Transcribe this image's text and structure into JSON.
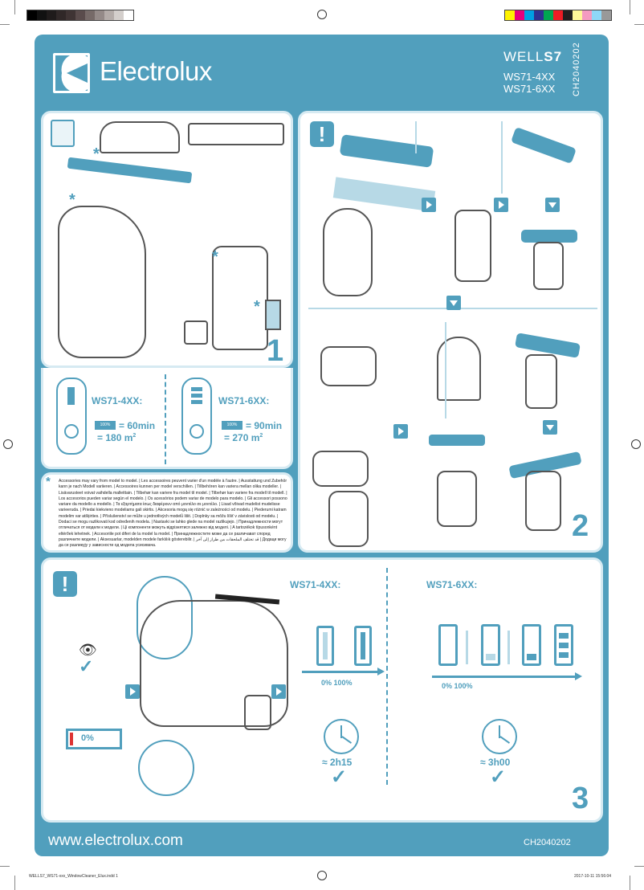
{
  "header": {
    "brand_logo_text": "Electrolux",
    "product_line_prefix": "WELL",
    "product_line_suffix": "S7",
    "models": [
      "WS71-4XX",
      "WS71-6XX"
    ],
    "document_code_vertical": "CH2040202"
  },
  "step1": {
    "number": "1",
    "asterisk_marks": [
      "*",
      "*",
      "*",
      "*"
    ],
    "model_4xx": {
      "label": "WS71-4XX:",
      "battery_badge": "100%",
      "runtime": "= 60min",
      "area": "= 180 m",
      "area_exp": "2"
    },
    "model_6xx": {
      "label": "WS71-6XX:",
      "battery_badge": "100%",
      "runtime": "= 90min",
      "area": "= 270 m",
      "area_exp": "2"
    }
  },
  "accessories_note": {
    "icon": "asterisk-icon",
    "text": "Accessories may vary from model to model. | Les accessoires peuvent varier d'un modèle à l'autre. | Ausstattung und Zubehör kann je nach Modell variieren. | Accessoires kunnen per model verschillen. | Tillbehören kan variera mellan olika modeller. | Lisävarusteet voivat vaihdella malleittain. | Tilbehør kan variere fra model til model. | Tilbehør kan variere fra modell til modell. | Los accesorios pueden variar según el modelo. | Os acessórios podem variar de modelo para modelo. | Gli accessori possono variare da modello a modello. | Τα εξαρτήματα ίσως διαφέρουν από μοντέλο σε μοντέλο. | Lisad võivad mudelist mudelisse varieeruda. | Priedai kiekvieno modeliams gali skirtis. | Akcesoria mogą się różnić w zależności od modelu. | Piederumi katram modelim var atšķirties. | Příslušenství se může u jednotlivých modelů lišit. | Doplnky sa môžu líšiť v závislosti od modelu. | Dodaci se mogu razlikovati kod određenih modela. | Nastavki se lahko glede na model razlikujejo. | Принадлежности могут отличаться от модели к модели. | Ці компоненти можуть відрізнятися залежно від моделі. | A tartozékok típusonként eltérőek lehetnek. | Accesoriile pot diferi de la model la model. | Принадлежностите може да се различават според различните модели. | Aksesuarlar, modelden modele farklılık gösterebilir. | قد تختلف الملحقات من طراز إلى آخر | Додаци могу да се разликују у зависности од модела усисивача."
  },
  "step2": {
    "number": "2",
    "warning_glyph": "!"
  },
  "step3": {
    "number": "3",
    "warning_glyph": "!",
    "empty_battery_label": "0%",
    "model_4xx": {
      "label": "WS71-4XX:",
      "axis_label": "0% 100%",
      "charge_time": "≈ 2h15"
    },
    "model_6xx": {
      "label": "WS71-6XX:",
      "axis_label": "0% 100%",
      "charge_time": "≈ 3h00"
    }
  },
  "footer": {
    "url": "www.electrolux.com",
    "code": "CH2040202"
  },
  "print_slug": {
    "filename": "WELLS7_WS71-xxx_WindowCleaner_Elux.indd   1",
    "timestamp": "2017-10-11   15:56:04"
  },
  "colors": {
    "brand_teal": "#519fbd",
    "light_teal": "#b7d9e6",
    "panel_border": "#d6eaf2"
  }
}
